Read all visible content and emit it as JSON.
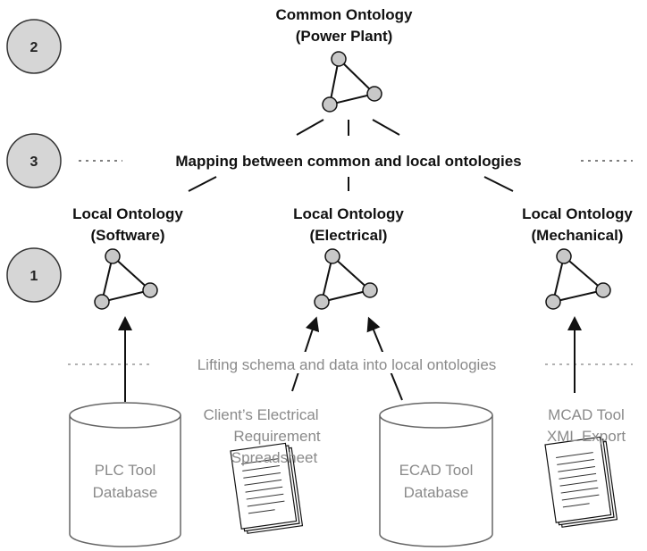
{
  "steps": {
    "one": "1",
    "two": "2",
    "three": "3"
  },
  "common": {
    "line1": "Common Ontology",
    "line2": "(Power Plant)"
  },
  "mapping_label": "Mapping between common and local ontologies",
  "lifting_label": "Lifting schema and data into local ontologies",
  "local": [
    {
      "line1": "Local Ontology",
      "line2": "(Software)"
    },
    {
      "line1": "Local Ontology",
      "line2": "(Electrical)"
    },
    {
      "line1": "Local Ontology",
      "line2": "(Mechanical)"
    }
  ],
  "sources": {
    "plc": {
      "line1": "PLC Tool",
      "line2": "Database"
    },
    "client": {
      "line1": "Client’s Electrical",
      "line2": "Requirement",
      "line3": "Spreadsheet"
    },
    "ecad": {
      "line1": "ECAD Tool",
      "line2": "Database"
    },
    "mcad": {
      "line1": "MCAD Tool",
      "line2": "XML Export"
    }
  },
  "colors": {
    "node_fill": "#c8c8c8",
    "grey_text": "#8a8a8a",
    "step_fill": "#d6d6d6"
  }
}
